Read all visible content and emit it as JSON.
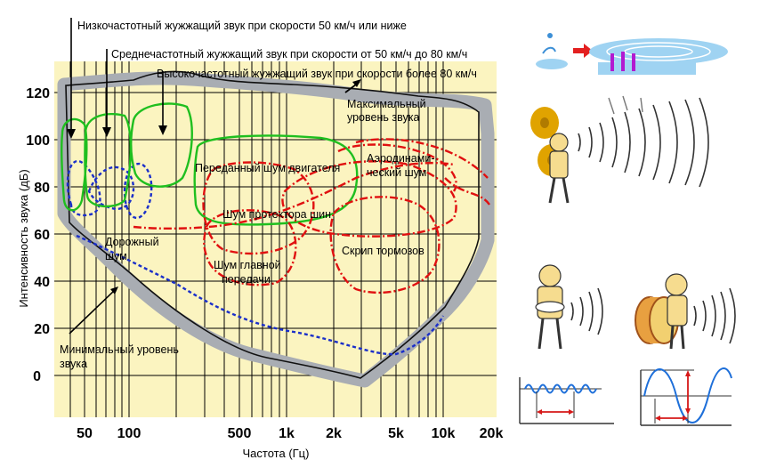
{
  "chart": {
    "ylabel": "Интенсивность звука (дБ)",
    "xlabel": "Частота (Гц)",
    "y_ticks": [
      "120",
      "100",
      "80",
      "60",
      "40",
      "20",
      "0"
    ],
    "x_ticks": [
      "50",
      "100",
      "500",
      "1k",
      "2k",
      "5k",
      "10k",
      "20k"
    ],
    "annotations": {
      "low_hum": "Низкочастотный жужжащий звук при скорости 50 км/ч или ниже",
      "mid_hum": "Среднечастотный жужжащий звук при скорости от 50 км/ч до 80 км/ч",
      "high_hum": "Высокочастотный жужжащий звук при скорости более 80 км/ч",
      "max_level_1": "Максимальный",
      "max_level_2": "уровень звука",
      "min_level_1": "Минимальный уровень",
      "min_level_2": "звука",
      "engine_noise": "Переданный шум двигателя",
      "aero_1": "Аэродинами-",
      "aero_2": "ческий шум",
      "tire_noise": "Шум протектора шин",
      "road_1": "Дорожный",
      "road_2": "шум",
      "gear_1": "Шум главной",
      "gear_2": "передачи",
      "brake": "Скрип тормозов"
    }
  },
  "colors": {
    "panel": "#fbf4c0",
    "grid": "#000000",
    "gray_band": "#a9adb3",
    "hum": "#1fbf1f",
    "road": "#1b2fc9",
    "red": "#e01010",
    "figure_skin": "#f6dc8f",
    "figure_cloth": "#f6dc8f",
    "wave_blue": "#1e6fd9",
    "arrow_red": "#d61818"
  },
  "icons": [
    "water-drop-ripple-icon",
    "cymbal-player-icon",
    "small-drum-player-icon",
    "bass-drum-player-icon",
    "high-frequency-wave-icon",
    "low-frequency-wave-icon"
  ]
}
